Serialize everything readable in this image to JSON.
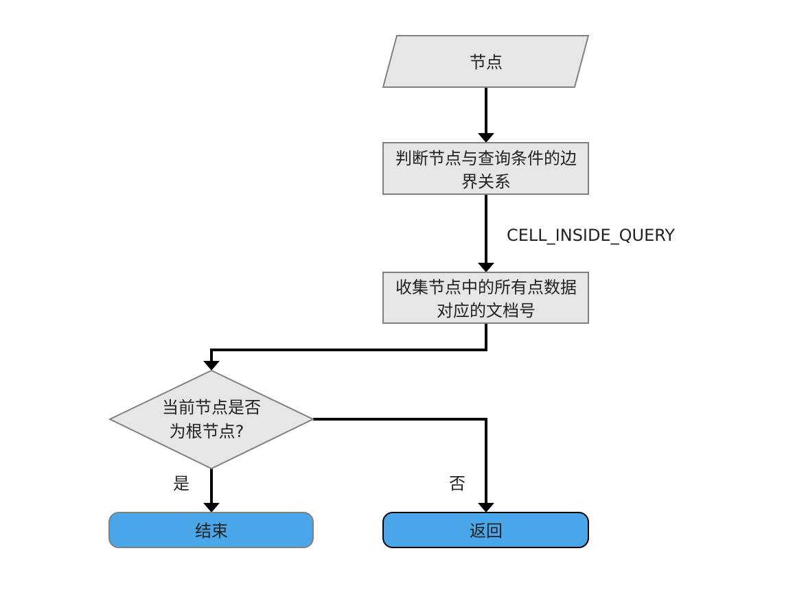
{
  "nodes": {
    "input": {
      "label": "节点"
    },
    "judge": {
      "lines": [
        "判断节点与查询条件的边",
        "界关系"
      ]
    },
    "collect": {
      "lines": [
        "收集节点中的所有点数据",
        "对应的文档号"
      ]
    },
    "decision": {
      "lines": [
        "当前节点是否",
        "为根节点?"
      ]
    },
    "end": {
      "label": "结束"
    },
    "return": {
      "label": "返回"
    }
  },
  "edges": {
    "judge_to_collect": {
      "label": "CELL_INSIDE_QUERY"
    },
    "yes": {
      "label": "是"
    },
    "no": {
      "label": "否"
    }
  },
  "colors": {
    "process_fill": "#e6e6e6",
    "process_stroke": "#808080",
    "terminal_fill": "#49a6e9",
    "edge": "#000000"
  }
}
